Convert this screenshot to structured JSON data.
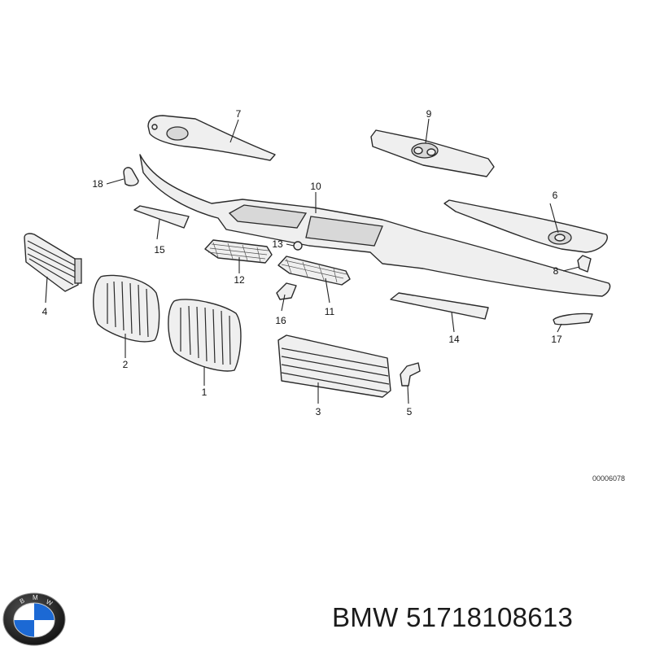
{
  "diagram": {
    "callouts": [
      {
        "id": "c1",
        "label": "1"
      },
      {
        "id": "c2",
        "label": "2"
      },
      {
        "id": "c3",
        "label": "3"
      },
      {
        "id": "c4",
        "label": "4"
      },
      {
        "id": "c5",
        "label": "5"
      },
      {
        "id": "c6",
        "label": "6"
      },
      {
        "id": "c7",
        "label": "7"
      },
      {
        "id": "c8",
        "label": "8"
      },
      {
        "id": "c9",
        "label": "9"
      },
      {
        "id": "c10",
        "label": "10"
      },
      {
        "id": "c11",
        "label": "11"
      },
      {
        "id": "c12",
        "label": "12"
      },
      {
        "id": "c13",
        "label": "13"
      },
      {
        "id": "c14",
        "label": "14"
      },
      {
        "id": "c15",
        "label": "15"
      },
      {
        "id": "c16",
        "label": "16"
      },
      {
        "id": "c17",
        "label": "17"
      },
      {
        "id": "c18",
        "label": "18"
      }
    ],
    "diagram_code": "00006078"
  },
  "footer": {
    "brand": "BMW",
    "part_number": "51718108613",
    "logo_icon": "bmw-roundel-icon",
    "logo_colors": {
      "blue": "#1c69d4",
      "white": "#ffffff",
      "ring": "#1a1a1a"
    }
  }
}
